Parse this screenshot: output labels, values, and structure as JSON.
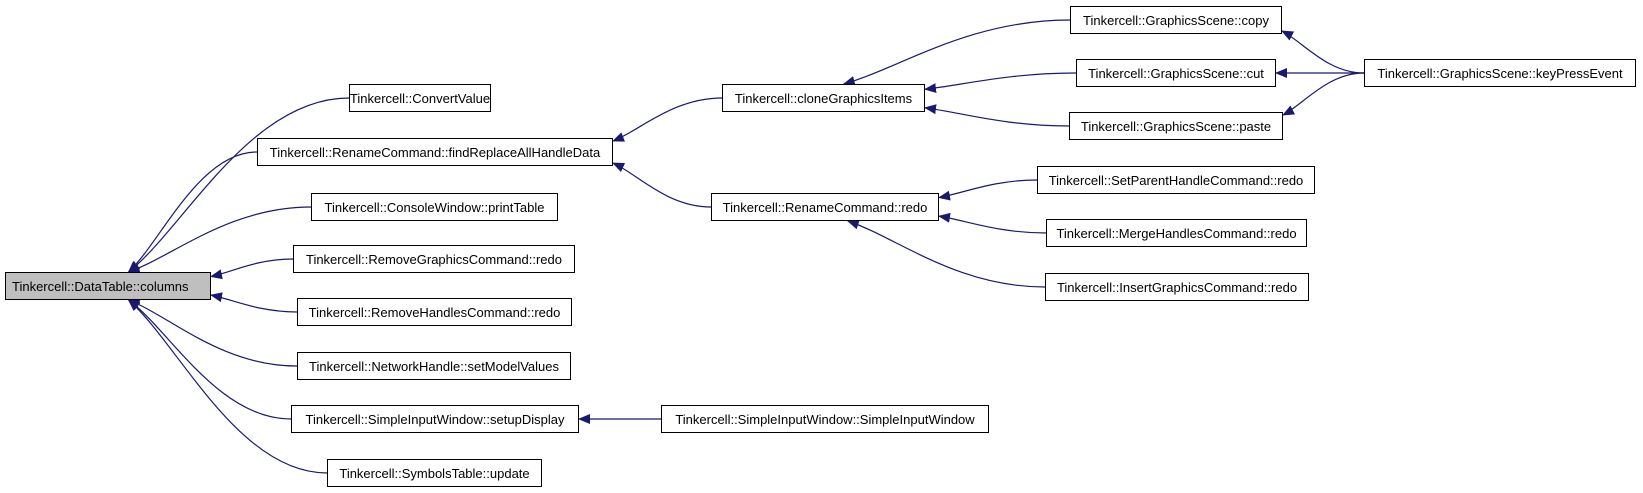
{
  "graph": {
    "edge_color": "#191970",
    "root_fill": "#bfbfbf",
    "nodes": [
      {
        "id": "datatable-columns",
        "label": "Tinkercell::DataTable::columns"
      },
      {
        "id": "convertvalue",
        "label": "Tinkercell::ConvertValue"
      },
      {
        "id": "renamecommand-findreplaceallhandledata",
        "label": "Tinkercell::RenameCommand::findReplaceAllHandleData"
      },
      {
        "id": "consolewindow-printtable",
        "label": "Tinkercell::ConsoleWindow::printTable"
      },
      {
        "id": "removegraphicscommand-redo",
        "label": "Tinkercell::RemoveGraphicsCommand::redo"
      },
      {
        "id": "removehandlescommand-redo",
        "label": "Tinkercell::RemoveHandlesCommand::redo"
      },
      {
        "id": "networkhandle-setmodelvalues",
        "label": "Tinkercell::NetworkHandle::setModelValues"
      },
      {
        "id": "simpleinputwindow-setupdisplay",
        "label": "Tinkercell::SimpleInputWindow::setupDisplay"
      },
      {
        "id": "symbolstable-update",
        "label": "Tinkercell::SymbolsTable::update"
      },
      {
        "id": "clonegraphicsitems",
        "label": "Tinkercell::cloneGraphicsItems"
      },
      {
        "id": "renamecommand-redo",
        "label": "Tinkercell::RenameCommand::redo"
      },
      {
        "id": "simpleinputwindow-simpleinputwindow",
        "label": "Tinkercell::SimpleInputWindow::SimpleInputWindow"
      },
      {
        "id": "graphicsscene-copy",
        "label": "Tinkercell::GraphicsScene::copy"
      },
      {
        "id": "graphicsscene-cut",
        "label": "Tinkercell::GraphicsScene::cut"
      },
      {
        "id": "graphicsscene-paste",
        "label": "Tinkercell::GraphicsScene::paste"
      },
      {
        "id": "setparenthandlecommand-redo",
        "label": "Tinkercell::SetParentHandleCommand::redo"
      },
      {
        "id": "mergehandlescommand-redo",
        "label": "Tinkercell::MergeHandlesCommand::redo"
      },
      {
        "id": "insertgraphicscommand-redo",
        "label": "Tinkercell::InsertGraphicsCommand::redo"
      },
      {
        "id": "graphicsscene-keypressevent",
        "label": "Tinkercell::GraphicsScene::keyPressEvent"
      }
    ],
    "edges": [
      {
        "from": "convertvalue",
        "to": "datatable-columns"
      },
      {
        "from": "renamecommand-findreplaceallhandledata",
        "to": "datatable-columns"
      },
      {
        "from": "consolewindow-printtable",
        "to": "datatable-columns"
      },
      {
        "from": "removegraphicscommand-redo",
        "to": "datatable-columns"
      },
      {
        "from": "removehandlescommand-redo",
        "to": "datatable-columns"
      },
      {
        "from": "networkhandle-setmodelvalues",
        "to": "datatable-columns"
      },
      {
        "from": "simpleinputwindow-setupdisplay",
        "to": "datatable-columns"
      },
      {
        "from": "symbolstable-update",
        "to": "datatable-columns"
      },
      {
        "from": "clonegraphicsitems",
        "to": "renamecommand-findreplaceallhandledata"
      },
      {
        "from": "renamecommand-redo",
        "to": "renamecommand-findreplaceallhandledata"
      },
      {
        "from": "simpleinputwindow-simpleinputwindow",
        "to": "simpleinputwindow-setupdisplay"
      },
      {
        "from": "graphicsscene-copy",
        "to": "clonegraphicsitems"
      },
      {
        "from": "graphicsscene-cut",
        "to": "clonegraphicsitems"
      },
      {
        "from": "graphicsscene-paste",
        "to": "clonegraphicsitems"
      },
      {
        "from": "setparenthandlecommand-redo",
        "to": "renamecommand-redo"
      },
      {
        "from": "mergehandlescommand-redo",
        "to": "renamecommand-redo"
      },
      {
        "from": "insertgraphicscommand-redo",
        "to": "renamecommand-redo"
      },
      {
        "from": "graphicsscene-keypressevent",
        "to": "graphicsscene-copy"
      },
      {
        "from": "graphicsscene-keypressevent",
        "to": "graphicsscene-cut"
      },
      {
        "from": "graphicsscene-keypressevent",
        "to": "graphicsscene-paste"
      }
    ]
  }
}
